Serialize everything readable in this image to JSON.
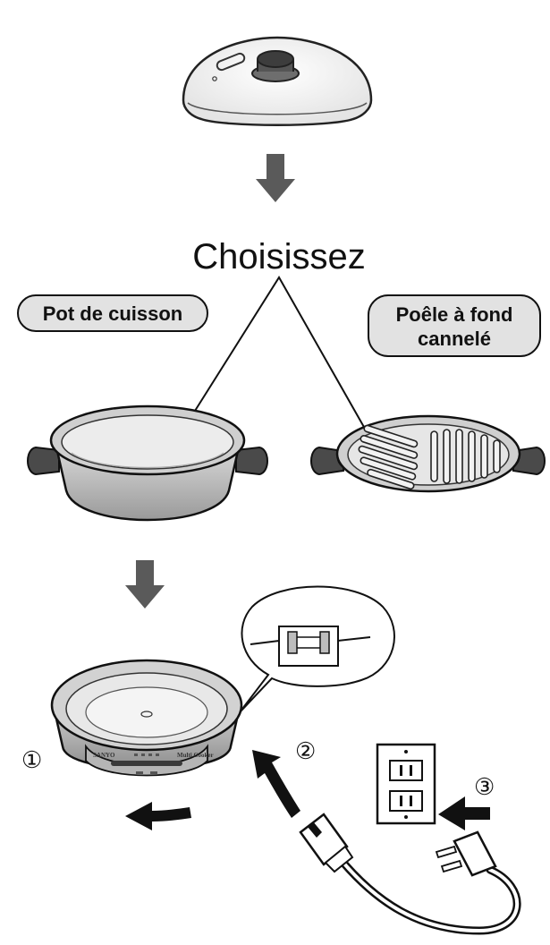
{
  "title": "Choisissez",
  "options": [
    {
      "label": "Pot de cuisson"
    },
    {
      "label_line1": "Poêle à fond",
      "label_line2": "cannelé"
    }
  ],
  "base_brand": "SANYO",
  "base_model": "Multi Cooker",
  "steps": [
    "①",
    "②",
    "③"
  ]
}
